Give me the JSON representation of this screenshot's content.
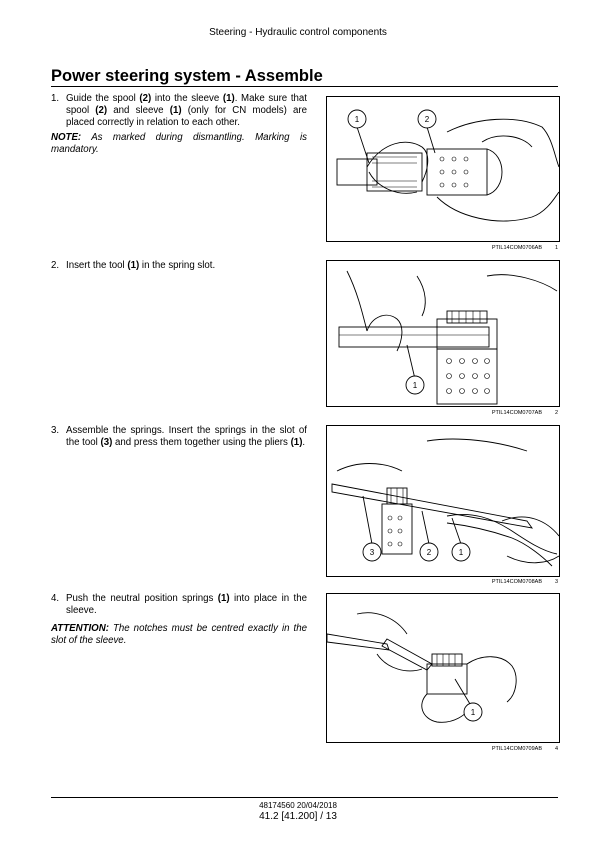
{
  "header": {
    "title": "Steering - Hydraulic control components"
  },
  "page_title": "Power steering system - Assemble",
  "steps": [
    {
      "number": "1.",
      "parts": [
        "Guide the spool ",
        "(2)",
        " into the sleeve ",
        "(1)",
        ".  Make sure that spool ",
        "(2)",
        " and sleeve ",
        "(1)",
        " (only for CN models) are placed correctly in relation to each other."
      ],
      "note": {
        "label": "NOTE:",
        "text": " As marked during dismantling. Marking is mandatory."
      }
    },
    {
      "number": "2.",
      "parts": [
        "Insert the tool ",
        "(1)",
        " in the spring slot."
      ]
    },
    {
      "number": "3.",
      "parts": [
        "Assemble the springs.  Insert the springs in the slot of the tool ",
        "(3)",
        " and press them together using the pliers ",
        "(1)",
        "."
      ]
    },
    {
      "number": "4.",
      "parts": [
        "Push the neutral position springs ",
        "(1)",
        " into place in the sleeve."
      ],
      "note": {
        "label": "ATTENTION:",
        "text": " The notches must be centred exactly in the slot of the sleeve."
      }
    }
  ],
  "figures": [
    {
      "code": "PTIL14COM0706AB",
      "number": "1",
      "callouts": [
        "1",
        "2"
      ]
    },
    {
      "code": "PTIL14COM0707AB",
      "number": "2",
      "callouts": [
        "1"
      ]
    },
    {
      "code": "PTIL14COM0708AB",
      "number": "3",
      "callouts": [
        "3",
        "2",
        "1"
      ]
    },
    {
      "code": "PTIL14COM0709AB",
      "number": "4",
      "callouts": [
        "1"
      ]
    }
  ],
  "footer": {
    "doc": "48174560 20/04/2018",
    "page": "41.2 [41.200] / 13"
  }
}
